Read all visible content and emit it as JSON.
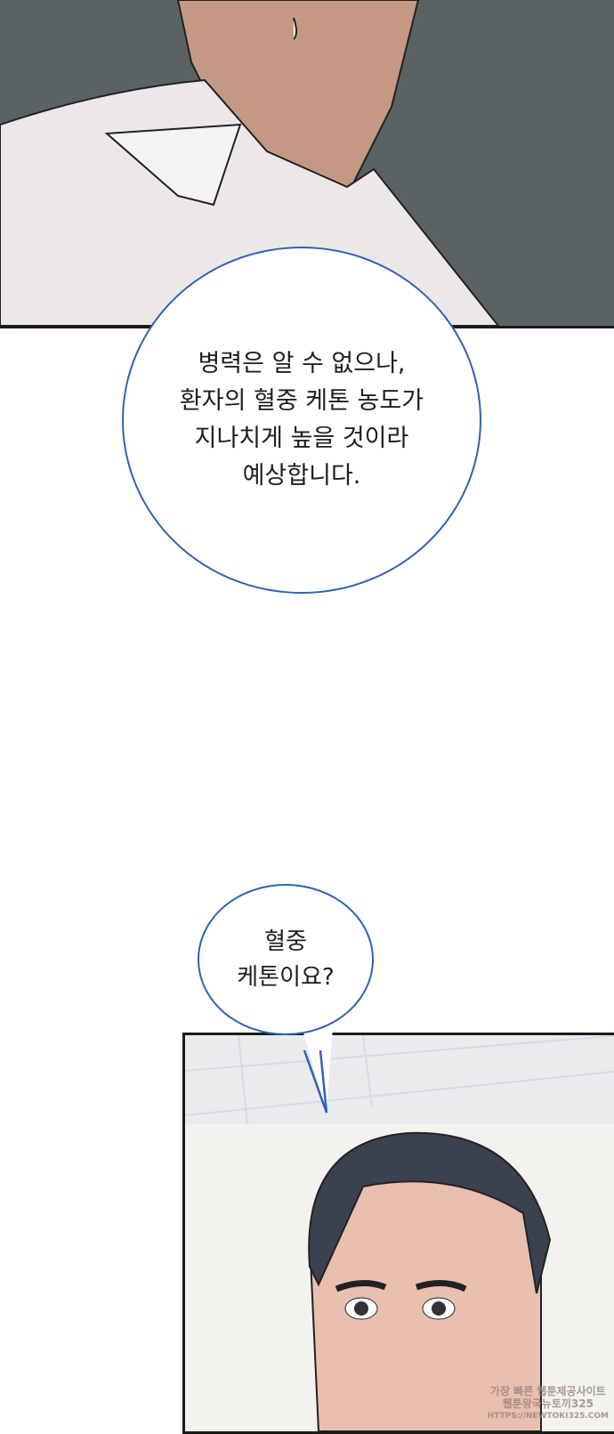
{
  "bubble1": {
    "lines": [
      "병력은 알 수 없으나,",
      "환자의 혈중 케톤 농도가",
      "지나치게 높을 것이라",
      "예상합니다."
    ]
  },
  "bubble2": {
    "lines": [
      "혈중",
      "케톤이요?"
    ]
  },
  "watermark": {
    "lines": [
      "가장 빠른 웹툰제공사이트",
      "웹툰왕국뉴토끼325",
      "HTTPS://NEWTOKI325.COM"
    ]
  },
  "colors": {
    "bubble_border": "#2f62b0",
    "background": "#5b6264"
  }
}
